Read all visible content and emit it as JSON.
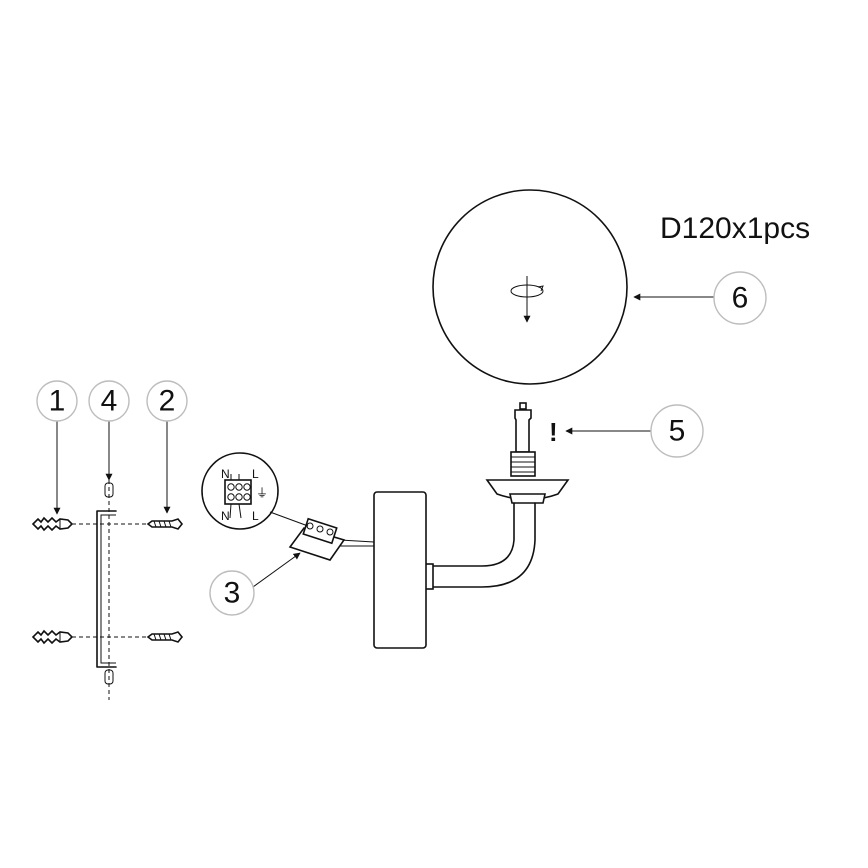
{
  "spec_label": "D120x1pcs",
  "callouts": [
    {
      "number": "1",
      "part": "wall-plug"
    },
    {
      "number": "2",
      "part": "screw"
    },
    {
      "number": "3",
      "part": "terminal-block"
    },
    {
      "number": "4",
      "part": "mounting-bracket"
    },
    {
      "number": "5",
      "part": "bulb"
    },
    {
      "number": "6",
      "part": "glass-globe"
    }
  ],
  "caution_mark": "!",
  "terminal_labels": {
    "left": "N",
    "right": "L",
    "ground": "⏚"
  }
}
